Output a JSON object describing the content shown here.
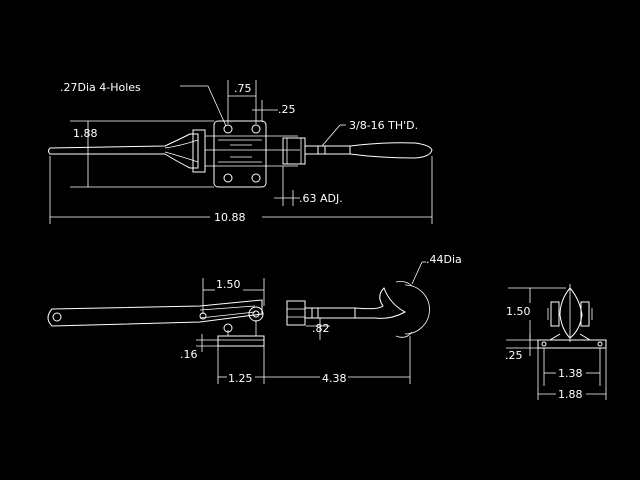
{
  "drawing": {
    "background_color": "#000000",
    "line_color": "#ffffff",
    "top_view": {
      "hole_note": ".27Dia 4-Holes",
      "dim_075": ".75",
      "dim_025": ".25",
      "dim_188": "1.88",
      "thread_note": "3/8-16 TH'D.",
      "adj_note": ".63 ADJ.",
      "overall_length": "10.88"
    },
    "side_view": {
      "hook_dia": ".44Dia",
      "dim_150": "1.50",
      "dim_082": ".82",
      "dim_016": ".16",
      "dim_125": "1.25",
      "dim_438": "4.38"
    },
    "end_view": {
      "height": "1.50",
      "base_thk": ".25",
      "hole_spacing": "1.38",
      "width": "1.88"
    }
  }
}
